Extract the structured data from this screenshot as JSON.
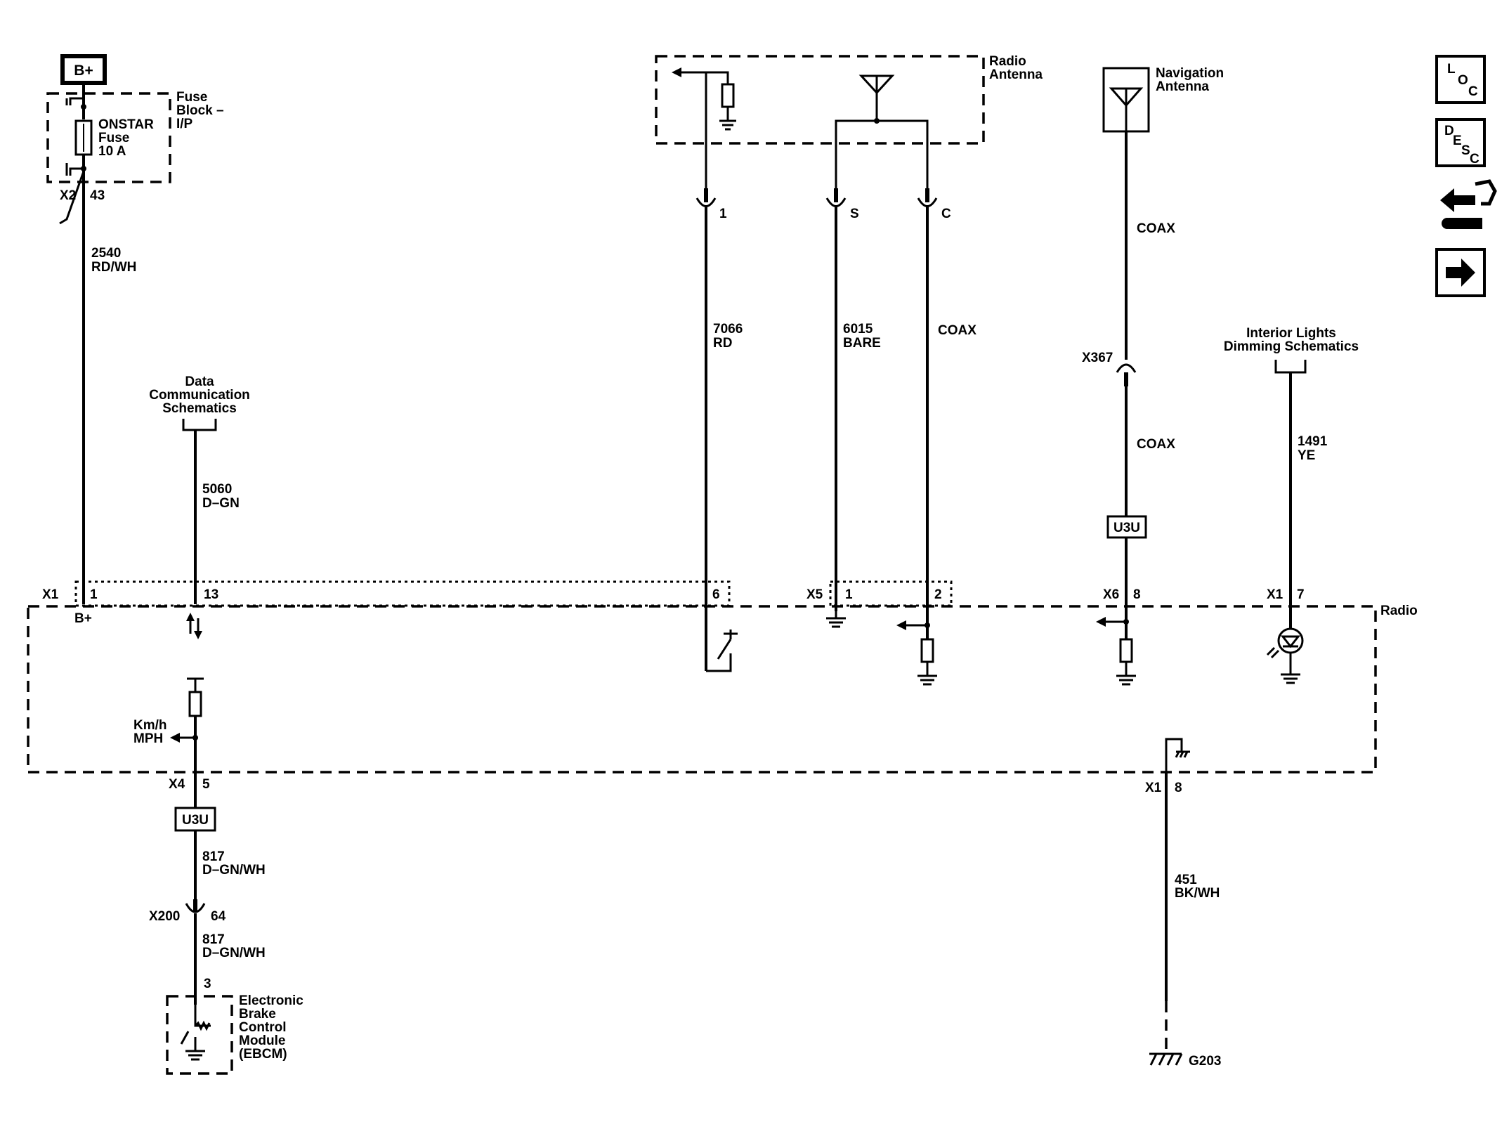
{
  "power": {
    "label": "B+"
  },
  "fuse_block": {
    "title_lines": [
      "Fuse",
      "Block –",
      "I/P"
    ],
    "fuse_lines": [
      "ONSTAR",
      "Fuse",
      "10 A"
    ],
    "connector": "X2",
    "pin": "43"
  },
  "wires": {
    "w2540": {
      "num": "2540",
      "color": "RD/WH"
    },
    "w5060": {
      "num": "5060",
      "color": "D–GN"
    },
    "w7066": {
      "num": "7066",
      "color": "RD"
    },
    "w6015": {
      "num": "6015",
      "color": "BARE"
    },
    "w_coax_radio": {
      "label": "COAX"
    },
    "w_coax_nav_top": {
      "label": "COAX"
    },
    "w_coax_nav_bot": {
      "label": "COAX"
    },
    "w1491": {
      "num": "1491",
      "color": "YE"
    },
    "w817a": {
      "num": "817",
      "color": "D–GN/WH"
    },
    "w817b": {
      "num": "817",
      "color": "D–GN/WH"
    },
    "w451": {
      "num": "451",
      "color": "BK/WH"
    }
  },
  "refs": {
    "data_comm": [
      "Data",
      "Communication",
      "Schematics"
    ],
    "interior_lights": [
      "Interior Lights",
      "Dimming Schematics"
    ]
  },
  "radio_antenna": {
    "title_lines": [
      "Radio",
      "Antenna"
    ],
    "pin_1": "1",
    "pin_s": "S",
    "pin_c": "C"
  },
  "nav_antenna": {
    "title_lines": [
      "Navigation",
      "Antenna"
    ],
    "inline_connector": "X367"
  },
  "radio": {
    "title": "Radio",
    "b_plus": "B+",
    "x1": "X1",
    "x1_pin1": "1",
    "x1_pin13": "13",
    "x1_pin6": "6",
    "x5": "X5",
    "x5_pin1": "1",
    "x5_pin2": "2",
    "x6": "X6",
    "x6_pin8": "8",
    "x1b": "X1",
    "x1b_pin7": "7",
    "speed_lines": [
      "Km/h",
      "MPH"
    ],
    "x4": "X4",
    "x4_pin5": "5",
    "x1c": "X1",
    "x1c_pin8": "8"
  },
  "option_tags": {
    "u3u_left": "U3U",
    "u3u_right": "U3U"
  },
  "x200": {
    "connector": "X200",
    "pin": "64"
  },
  "ebcm": {
    "pin": "3",
    "title_lines": [
      "Electronic",
      "Brake",
      "Control",
      "Module",
      "(EBCM)"
    ]
  },
  "ground": {
    "label": "G203"
  },
  "nav_buttons": {
    "loc": [
      "L",
      "O",
      "C"
    ],
    "desc": [
      "D",
      "E",
      "S",
      "C"
    ]
  }
}
